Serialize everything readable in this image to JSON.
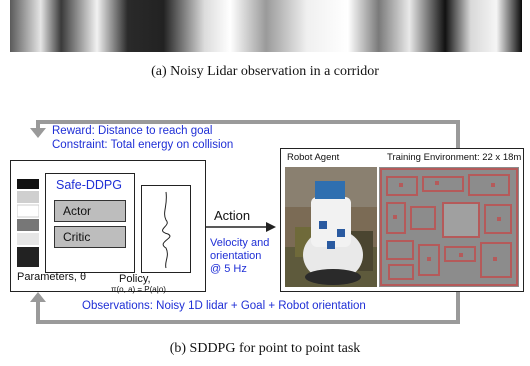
{
  "caption_a": "(a) Noisy Lidar observation in a corridor",
  "caption_b": "(b) SDDPG for point to point task",
  "reward_label": "Reward: Distance to reach goal",
  "constraint_label": "Constraint: Total energy on collision",
  "observations_label": "Observations: Noisy 1D lidar + Goal + Robot orientation",
  "agent": {
    "title": "Safe-DDPG",
    "actor": "Actor",
    "critic": "Critic",
    "params": "Parameters, θ",
    "policy_label": "Policy,",
    "policy_formula": "π(o, a) = P(a|o)"
  },
  "action": {
    "label": "Action",
    "detail_line1": "Velocity and",
    "detail_line2": "orientation",
    "detail_line3": "@ 5 Hz"
  },
  "environment": {
    "robot_label": "Robot Agent",
    "training_label": "Training Environment: 22 x 18m"
  },
  "colors": {
    "blue_text": "#1f2fd6",
    "arrow_gray": "#9a9a9a",
    "block_gray": "#bdbdbd",
    "map_red": "#b55a5a",
    "map_gray": "#8c8c8c"
  }
}
